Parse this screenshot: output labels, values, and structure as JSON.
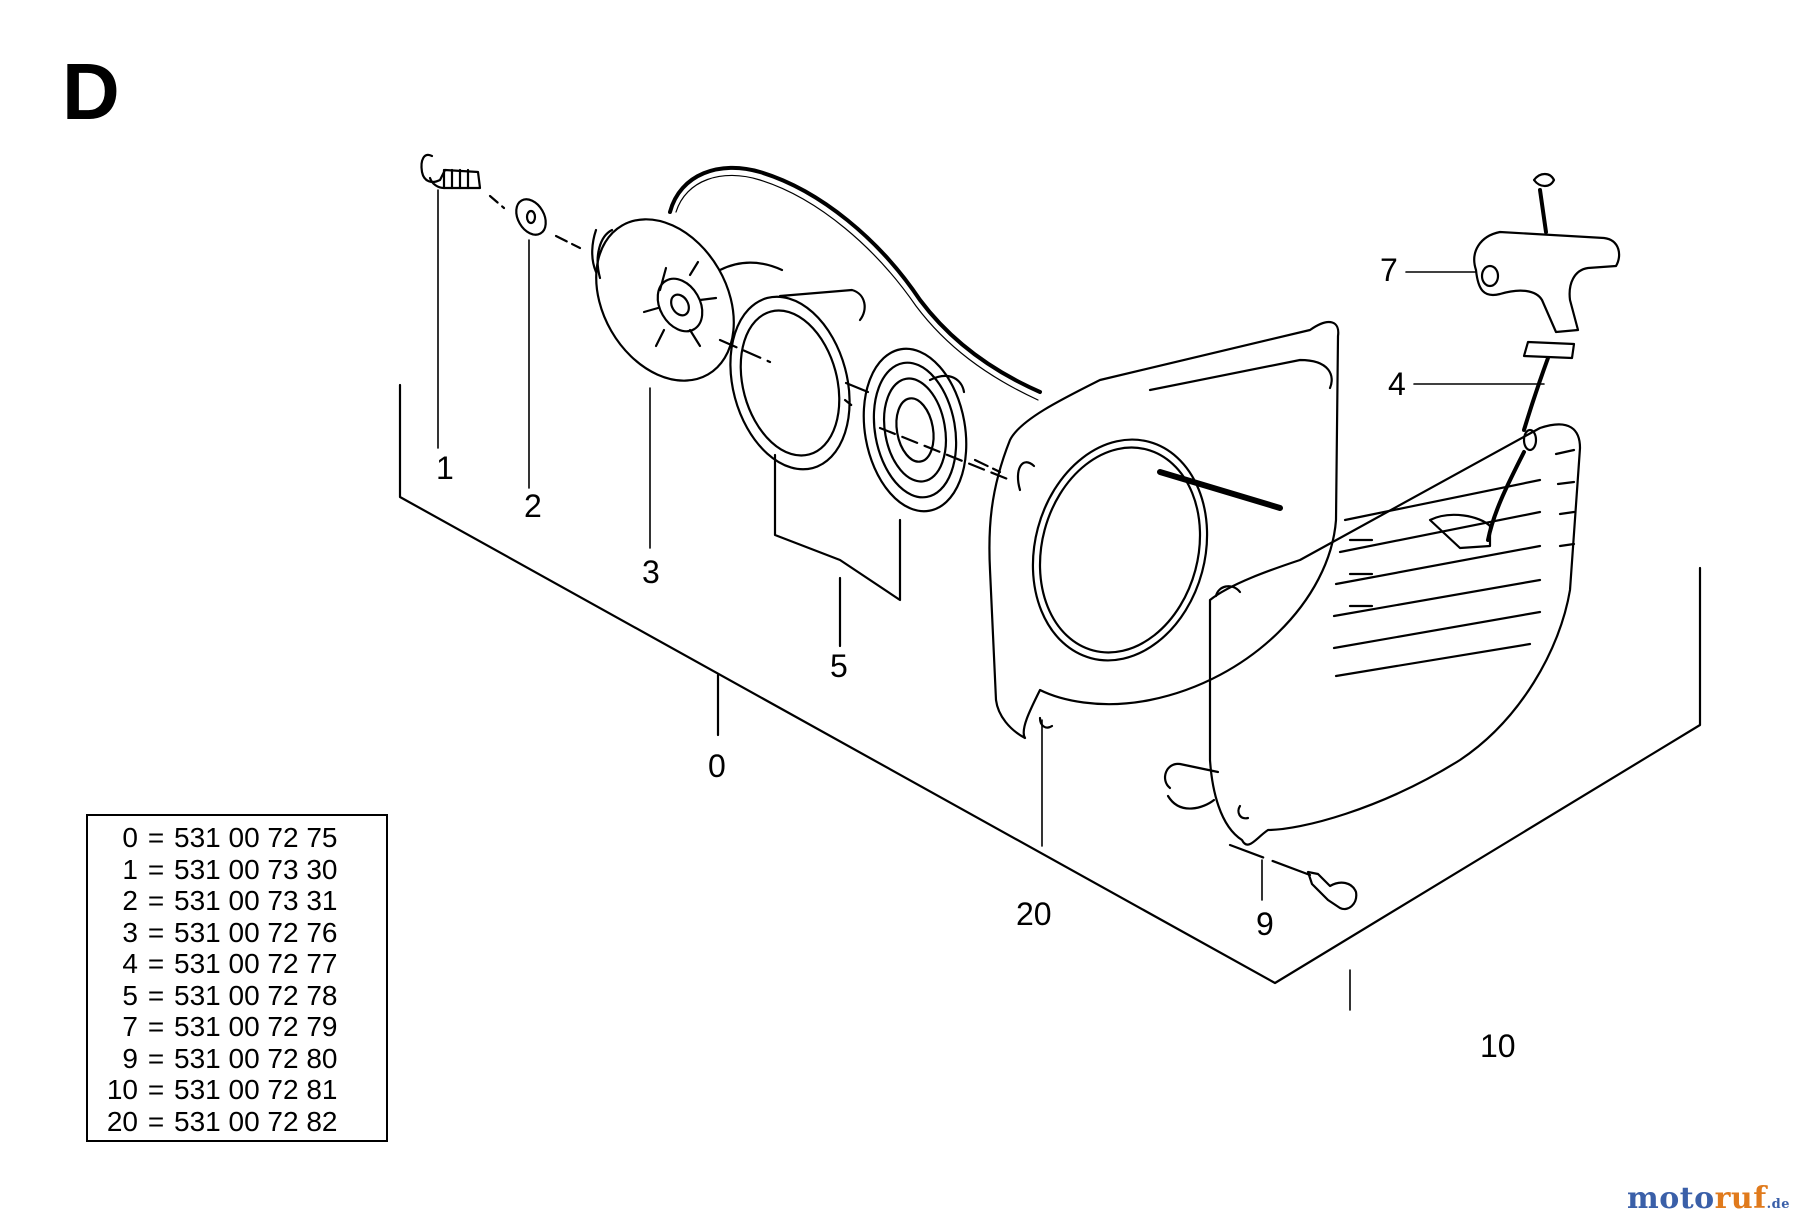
{
  "section_letter": "D",
  "callouts": [
    "0",
    "1",
    "2",
    "3",
    "4",
    "5",
    "7",
    "9",
    "10",
    "20"
  ],
  "parts_list": [
    {
      "num": "0",
      "part": "531 00 72 75"
    },
    {
      "num": "1",
      "part": "531 00 73 30"
    },
    {
      "num": "2",
      "part": "531 00 73 31"
    },
    {
      "num": "3",
      "part": "531 00 72 76"
    },
    {
      "num": "4",
      "part": "531 00 72 77"
    },
    {
      "num": "5",
      "part": "531 00 72 78"
    },
    {
      "num": "7",
      "part": "531 00 72 79"
    },
    {
      "num": "9",
      "part": "531 00 72 80"
    },
    {
      "num": "10",
      "part": "531 00 72 81"
    },
    {
      "num": "20",
      "part": "531 00 72 82"
    }
  ],
  "watermark": {
    "part1": "moto",
    "part2": "ruf",
    "part3": ".de"
  }
}
